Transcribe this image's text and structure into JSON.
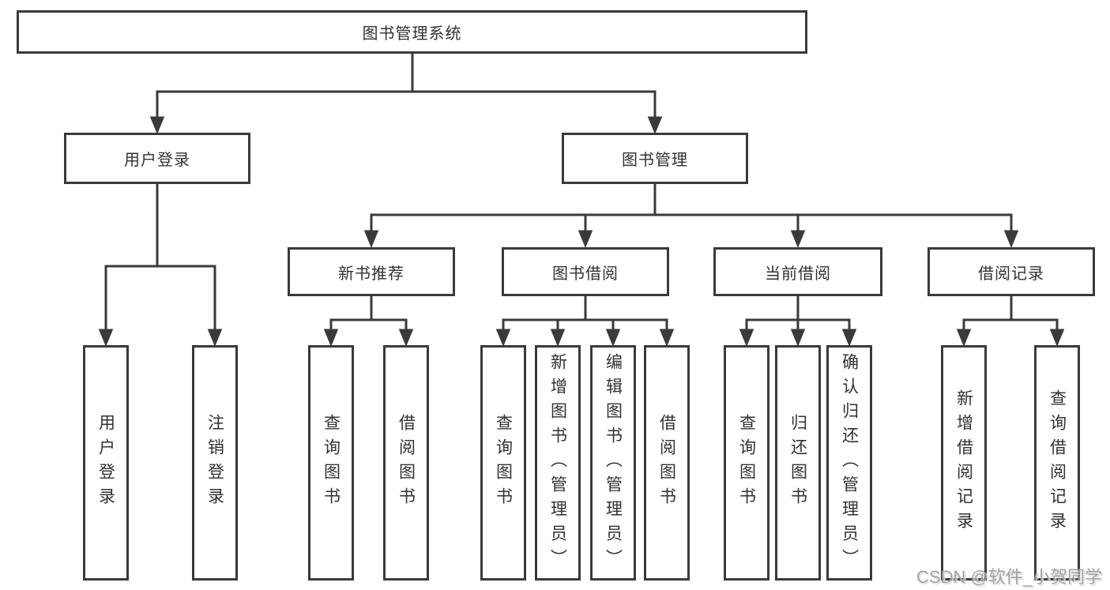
{
  "diagram": {
    "tree": {
      "label": "图书管理系统",
      "children": [
        {
          "label": "用户登录",
          "children": [
            {
              "label": "用户登录"
            },
            {
              "label": "注销登录"
            }
          ]
        },
        {
          "label": "图书管理",
          "children": [
            {
              "label": "新书推荐",
              "children": [
                {
                  "label": "查询图书"
                },
                {
                  "label": "借阅图书"
                }
              ]
            },
            {
              "label": "图书借阅",
              "children": [
                {
                  "label": "查询图书"
                },
                {
                  "label": "新增图书（管理员）"
                },
                {
                  "label": "编辑图书（管理员）"
                },
                {
                  "label": "借阅图书"
                }
              ]
            },
            {
              "label": "当前借阅",
              "children": [
                {
                  "label": "查询图书"
                },
                {
                  "label": "归还图书"
                },
                {
                  "label": "确认归还（管理员）"
                }
              ]
            },
            {
              "label": "借阅记录",
              "children": [
                {
                  "label": "新增借阅记录"
                },
                {
                  "label": "查询借阅记录"
                }
              ]
            }
          ]
        }
      ]
    },
    "colors": {
      "line": "#3a3a3a",
      "text": "#313131",
      "box_background": "#ffffff"
    }
  },
  "watermark": {
    "text": "CSDN @软件_小贺同学",
    "color": "#a2a2a2"
  }
}
